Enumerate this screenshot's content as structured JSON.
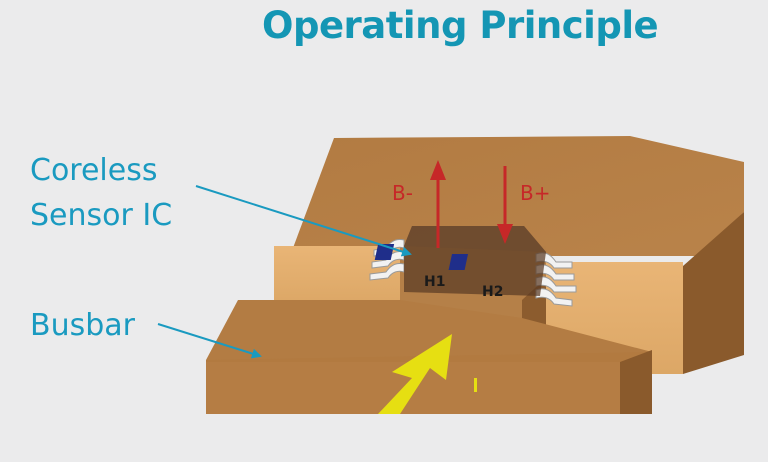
{
  "title": "Operating Principle",
  "labels": {
    "sensor_line1": "Coreless",
    "sensor_line2": "Sensor IC",
    "busbar": "Busbar"
  },
  "field": {
    "b_minus": "B-",
    "b_plus": "B+"
  },
  "hall_elements": {
    "h1": "H1",
    "h2": "H2"
  },
  "colors": {
    "title": "#1496b4",
    "callout": "#1a9ac0",
    "field_arrow": "#c62828",
    "current_arrow": "#e6df12",
    "copper_top": "#b88147",
    "copper_side": "#e6b274"
  }
}
